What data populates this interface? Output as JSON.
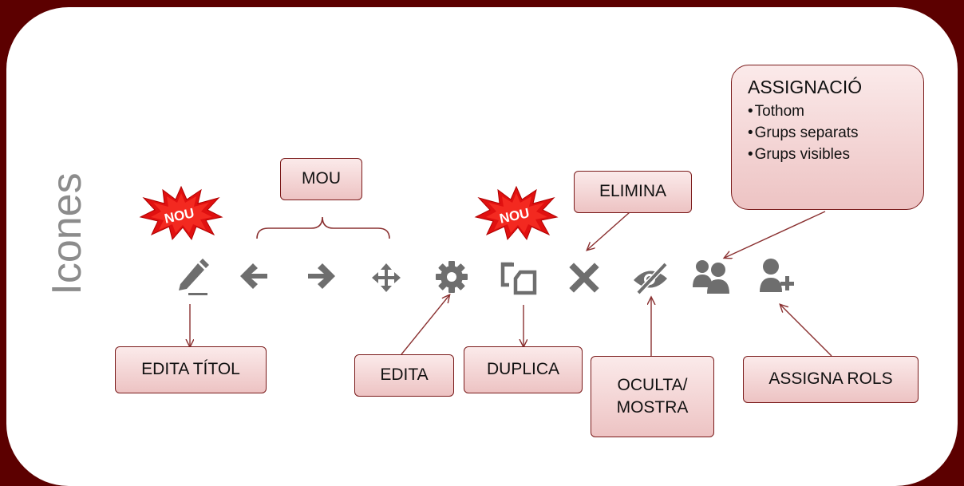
{
  "side_title": "Icones",
  "labels": {
    "mou": "MOU",
    "elimina": "ELIMINA",
    "edita_titol": "EDITA TÍTOL",
    "edita": "EDITA",
    "duplica": "DUPLICA",
    "oculta": "OCULTA/",
    "mostra": "MOSTRA",
    "assigna_rols": "ASSIGNA ROLS"
  },
  "assignacio": {
    "title": "ASSIGNACIÓ",
    "items": [
      "Tothom",
      "Grups separats",
      "Grups visibles"
    ]
  },
  "badge_text": "NOU",
  "icons": [
    "pencil-icon",
    "arrow-left-icon",
    "arrow-right-icon",
    "move-icon",
    "gear-icon",
    "duplicate-icon",
    "delete-x-icon",
    "eye-slash-icon",
    "group-users-icon",
    "user-add-icon"
  ],
  "colors": {
    "frame": "#5c0000",
    "label_border": "#7a1a1a",
    "label_fill": "#f3d4d4",
    "icon_gray": "#6e6e6e",
    "badge_red": "#e01010"
  }
}
